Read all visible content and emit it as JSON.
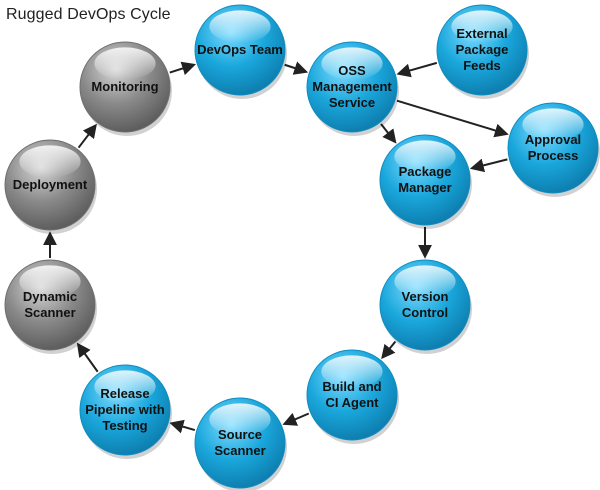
{
  "title": "Rugged DevOps Cycle",
  "colors": {
    "blue_node": "#1aa7dc",
    "gray_node": "#8a8a8a",
    "arrow": "#222222"
  },
  "nodes": [
    {
      "id": "devops-team",
      "lines": [
        "DevOps Team"
      ],
      "color": "blue"
    },
    {
      "id": "oss-management",
      "lines": [
        "OSS",
        "Management",
        "Service"
      ],
      "color": "blue"
    },
    {
      "id": "external-feeds",
      "lines": [
        "External",
        "Package",
        "Feeds"
      ],
      "color": "blue"
    },
    {
      "id": "approval-process",
      "lines": [
        "Approval",
        "Process"
      ],
      "color": "blue"
    },
    {
      "id": "package-manager",
      "lines": [
        "Package",
        "Manager"
      ],
      "color": "blue"
    },
    {
      "id": "version-control",
      "lines": [
        "Version",
        "Control"
      ],
      "color": "blue"
    },
    {
      "id": "build-ci-agent",
      "lines": [
        "Build and",
        "CI Agent"
      ],
      "color": "blue"
    },
    {
      "id": "source-scanner",
      "lines": [
        "Source",
        "Scanner"
      ],
      "color": "blue"
    },
    {
      "id": "release-pipeline",
      "lines": [
        "Release",
        "Pipeline with",
        "Testing"
      ],
      "color": "blue"
    },
    {
      "id": "dynamic-scanner",
      "lines": [
        "Dynamic",
        "Scanner"
      ],
      "color": "gray"
    },
    {
      "id": "deployment",
      "lines": [
        "Deployment"
      ],
      "color": "gray"
    },
    {
      "id": "monitoring",
      "lines": [
        "Monitoring"
      ],
      "color": "gray"
    }
  ],
  "edges": [
    {
      "from": "devops-team",
      "to": "oss-management"
    },
    {
      "from": "external-feeds",
      "to": "oss-management"
    },
    {
      "from": "oss-management",
      "to": "approval-process"
    },
    {
      "from": "oss-management",
      "to": "package-manager"
    },
    {
      "from": "approval-process",
      "to": "package-manager"
    },
    {
      "from": "package-manager",
      "to": "version-control"
    },
    {
      "from": "version-control",
      "to": "build-ci-agent"
    },
    {
      "from": "build-ci-agent",
      "to": "source-scanner"
    },
    {
      "from": "source-scanner",
      "to": "release-pipeline"
    },
    {
      "from": "release-pipeline",
      "to": "dynamic-scanner"
    },
    {
      "from": "dynamic-scanner",
      "to": "deployment"
    },
    {
      "from": "deployment",
      "to": "monitoring"
    },
    {
      "from": "monitoring",
      "to": "devops-team"
    }
  ]
}
